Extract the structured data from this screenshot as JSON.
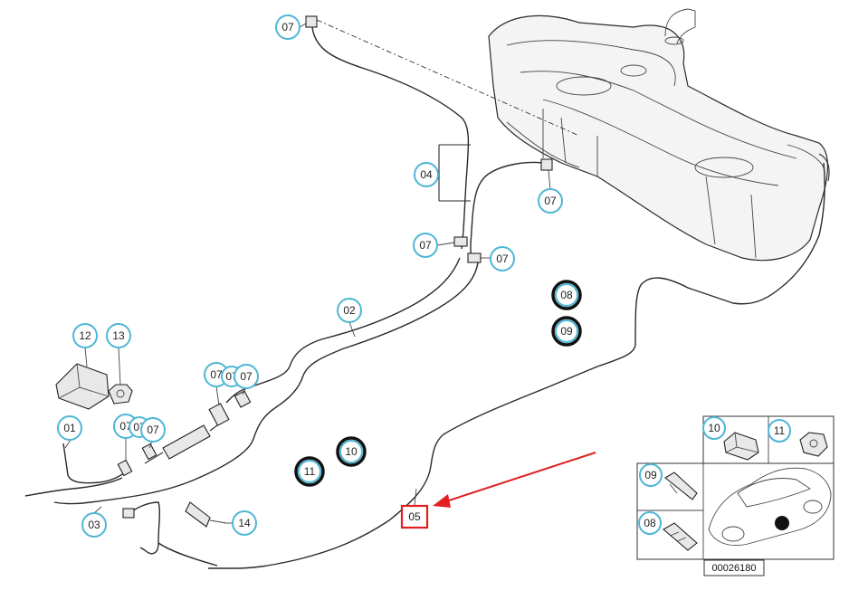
{
  "callouts": {
    "c07_top": "07",
    "c04": "04",
    "c07_mid_left": "07",
    "c07_mid_right": "07",
    "c07_tank": "07",
    "c08": "08",
    "c09": "09",
    "c02": "02",
    "c12": "12",
    "c13": "13",
    "c07_filter_a": "07",
    "c07_filter_b": "07",
    "c07_filter_c": "07",
    "c07_low_a": "07",
    "c07_low_b": "07",
    "c07_low_c": "07",
    "c01": "01",
    "c10": "10",
    "c11": "11",
    "c03": "03",
    "c14": "14",
    "c05": "05"
  },
  "inset": {
    "c10": "10",
    "c11": "11",
    "c09": "09",
    "c08": "08",
    "part_number": "00026180"
  },
  "colors": {
    "callout_ring": "#4fb6d6",
    "highlight": "#e02020",
    "line": "#2a2a2a"
  }
}
